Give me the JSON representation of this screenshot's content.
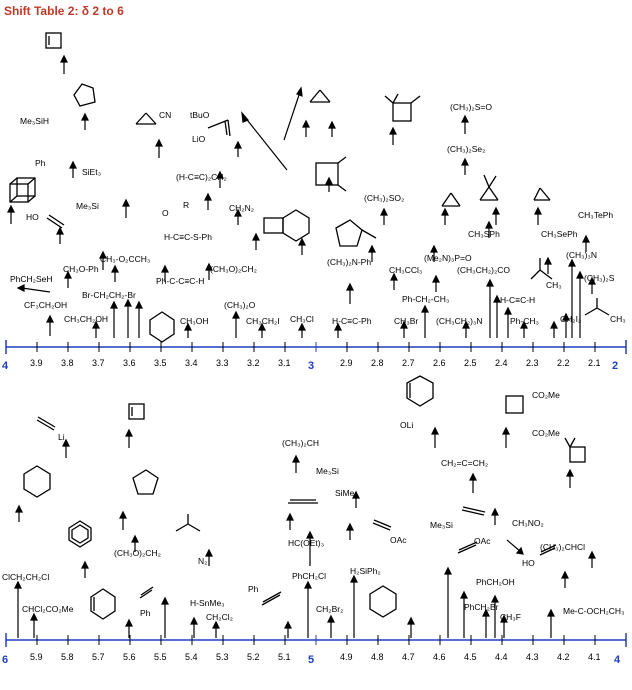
{
  "title": "Shift Table 2: δ 2 to 6",
  "colors": {
    "title": "#c0392b",
    "axis": "#1f3fbf",
    "ink": "#000000"
  },
  "panel_top": {
    "start_label": "4",
    "end_label": "2",
    "mid_label": "3",
    "ticks": [
      "3.9",
      "3.8",
      "3.7",
      "3.6",
      "3.5",
      "3.4",
      "3.3",
      "3.2",
      "3.1",
      "2.9",
      "2.8",
      "2.7",
      "2.6",
      "2.5",
      "2.4",
      "2.3",
      "2.2",
      "2.1"
    ],
    "labels": [
      {
        "id": "me3sih",
        "text": "Me₃SiH"
      },
      {
        "id": "sieth",
        "text": "SiEt₃"
      },
      {
        "id": "ph1",
        "text": "Ph"
      },
      {
        "id": "tbuo",
        "text": "tBuO"
      },
      {
        "id": "lio",
        "text": "LiO"
      },
      {
        "id": "cn1",
        "text": "CN"
      },
      {
        "id": "hcc2ch2",
        "text": "(H-C≡C)₂CH₂"
      },
      {
        "id": "ch2n2",
        "text": "CH₂N₂"
      },
      {
        "id": "me3si_o",
        "text": "Me₃Si"
      },
      {
        "id": "or1",
        "text": "O"
      },
      {
        "id": "r1",
        "text": "R"
      },
      {
        "id": "hcsph",
        "text": "H-C≡C-S-Ph"
      },
      {
        "id": "ch3o_ph",
        "text": "CH₃O-Ph"
      },
      {
        "id": "ch3occh3",
        "text": "CH₃-O₂CCH₃"
      },
      {
        "id": "phchc",
        "text": "Ph-C-C≡C-H"
      },
      {
        "id": "ch3o2ch2",
        "text": "(CH₃O)₂CH₂"
      },
      {
        "id": "phch2seh",
        "text": "PhCH₂SeH"
      },
      {
        "id": "cf3ch2oh",
        "text": "CF₃CH₂OH"
      },
      {
        "id": "brch2ch2br",
        "text": "Br-CH₂CH₂-Br"
      },
      {
        "id": "ch3ch2oh",
        "text": "CH₃CH₂OH"
      },
      {
        "id": "ch3oh",
        "text": "CH₃OH"
      },
      {
        "id": "ch32o",
        "text": "(CH₃)₂O"
      },
      {
        "id": "ch3ch2i",
        "text": "CH₃CH₂I"
      },
      {
        "id": "ch3cl",
        "text": "CH₃Cl"
      },
      {
        "id": "ch32so2",
        "text": "(CH₃)₂SO₂"
      },
      {
        "id": "ch32so",
        "text": "(CH₃)₂S=O"
      },
      {
        "id": "ch32se2",
        "text": "(CH₃)₂Se₂"
      },
      {
        "id": "ch3sph",
        "text": "CH₃SPh"
      },
      {
        "id": "me2n3po",
        "text": "(Me₂N)₃P=O"
      },
      {
        "id": "ch3ccl3",
        "text": "CH₃CCl₃"
      },
      {
        "id": "ch3ch22co",
        "text": "(CH₃CH₂)₂CO"
      },
      {
        "id": "ch3nph",
        "text": "(CH₃)₂N-Ph"
      },
      {
        "id": "phch2ch3",
        "text": "Ph-CH₂-CH₃"
      },
      {
        "id": "hccph",
        "text": "H-C≡C-Ph"
      },
      {
        "id": "ch3br",
        "text": "CH₃Br"
      },
      {
        "id": "ch3ch23n",
        "text": "(CH₃CH₂)₃N"
      },
      {
        "id": "hcch",
        "text": "H-C≡C-H"
      },
      {
        "id": "phch3",
        "text": "Ph-CH₃"
      },
      {
        "id": "ch3seph",
        "text": "CH₃SePh"
      },
      {
        "id": "ch3teph",
        "text": "CH₃TePh"
      },
      {
        "id": "ch33n",
        "text": "(CH₃)₃N"
      },
      {
        "id": "ch32s",
        "text": "(CH₃)₂S"
      },
      {
        "id": "ch3c",
        "text": "CH₃"
      },
      {
        "id": "ch2i2",
        "text": "CH₂I₂"
      },
      {
        "id": "ch3co",
        "text": "CH₃"
      },
      {
        "id": "ho1",
        "text": "HO"
      }
    ]
  },
  "panel_bottom": {
    "start_label": "6",
    "end_label": "4",
    "mid_label": "5",
    "ticks": [
      "5.9",
      "5.8",
      "5.7",
      "5.6",
      "5.5",
      "5.4",
      "5.3",
      "5.2",
      "5.1",
      "4.9",
      "4.8",
      "4.7",
      "4.6",
      "4.5",
      "4.4",
      "4.3",
      "4.2",
      "4.1"
    ],
    "labels": [
      {
        "id": "li",
        "text": "Li"
      },
      {
        "id": "ch32ch",
        "text": "(CH₃)₂CH"
      },
      {
        "id": "me3si2",
        "text": "Me₃Si"
      },
      {
        "id": "oli",
        "text": "OLi"
      },
      {
        "id": "co2me1",
        "text": "CO₂Me"
      },
      {
        "id": "co2me2",
        "text": "CO₂Me"
      },
      {
        "id": "ch2cch2",
        "text": "CH₂=C=CH₂"
      },
      {
        "id": "sime3",
        "text": "SiMe₃"
      },
      {
        "id": "me3si3",
        "text": "Me₃Si"
      },
      {
        "id": "ch3no2",
        "text": "CH₃NO₂"
      },
      {
        "id": "hcoet3",
        "text": "HC(OEt)₃"
      },
      {
        "id": "oac1",
        "text": "OAc"
      },
      {
        "id": "oac2",
        "text": "OAc"
      },
      {
        "id": "ch32chcl",
        "text": "(CH₃)₂CHCl"
      },
      {
        "id": "ch3o2ch2b",
        "text": "(CH₃O)₂CH₂"
      },
      {
        "id": "n2",
        "text": "N₂"
      },
      {
        "id": "phch2cl",
        "text": "PhCH₂Cl"
      },
      {
        "id": "h2siph2",
        "text": "H₂SiPh₂"
      },
      {
        "id": "phch2oh",
        "text": "PhCH₂OH"
      },
      {
        "id": "clch2ch2cl",
        "text": "ClCH₂CH₂Cl"
      },
      {
        "id": "chcl2co2me",
        "text": "CHCl₂CO₂Me"
      },
      {
        "id": "hsnme3",
        "text": "H-SnMe₃"
      },
      {
        "id": "ch2cl2",
        "text": "CH₂Cl₂"
      },
      {
        "id": "ph2",
        "text": "Ph"
      },
      {
        "id": "ph3",
        "text": "Ph"
      },
      {
        "id": "ch2br2",
        "text": "CH₂Br₂"
      },
      {
        "id": "phch2br",
        "text": "PhCH₂Br"
      },
      {
        "id": "ch3f",
        "text": "CH₃F"
      },
      {
        "id": "meco",
        "text": "Me-C-OCH₂CH₃"
      },
      {
        "id": "ho2",
        "text": "HO"
      }
    ]
  }
}
